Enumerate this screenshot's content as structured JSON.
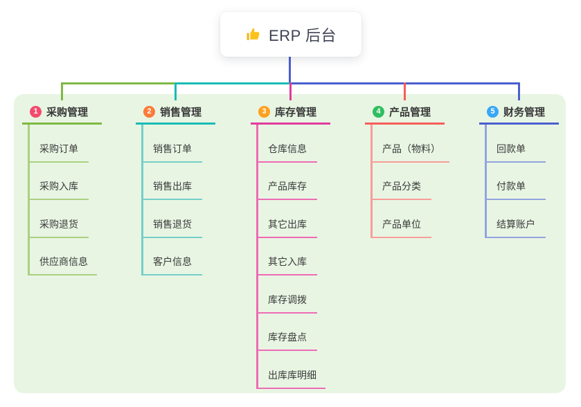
{
  "root": {
    "icon": "thumbs-up-icon",
    "title": "ERP 后台"
  },
  "canvas": {
    "background": "#ffffff",
    "panel_background": "#e8f5e3"
  },
  "connector": {
    "stem_color": "#4a5ece"
  },
  "branches": [
    {
      "badge": "1",
      "badge_color": "#f34b6d",
      "line_color": "#7eb843",
      "child_line_color": "#abd07f",
      "label": "采购管理",
      "children": [
        "采购订单",
        "采购入库",
        "采购退货",
        "供应商信息"
      ]
    },
    {
      "badge": "2",
      "badge_color": "#fb7b38",
      "line_color": "#17bcb4",
      "child_line_color": "#74cfc8",
      "label": "销售管理",
      "children": [
        "销售订单",
        "销售出库",
        "销售退货",
        "客户信息"
      ]
    },
    {
      "badge": "3",
      "badge_color": "#fca11e",
      "line_color": "#e23a9d",
      "child_line_color": "#ee6bb4",
      "label": "库存管理",
      "children": [
        "仓库信息",
        "产品库存",
        "其它出库",
        "其它入库",
        "库存调拨",
        "库存盘点",
        "出库库明细"
      ]
    },
    {
      "badge": "4",
      "badge_color": "#2fbe61",
      "line_color": "#f75d59",
      "child_line_color": "#f89d98",
      "label": "产品管理",
      "children": [
        "产品（物料）",
        "产品分类",
        "产品单位"
      ]
    },
    {
      "badge": "5",
      "badge_color": "#3aa7f5",
      "line_color": "#4a5ece",
      "child_line_color": "#93a3df",
      "label": "财务管理",
      "children": [
        "回款单",
        "付款单",
        "结算账户"
      ]
    }
  ]
}
